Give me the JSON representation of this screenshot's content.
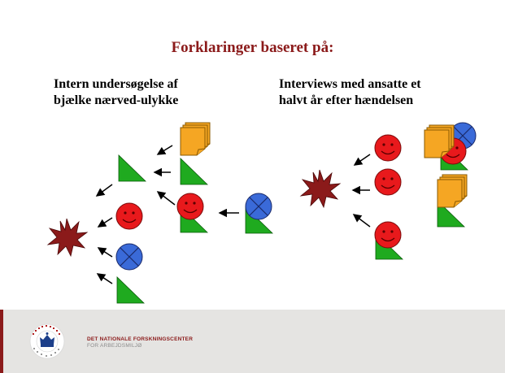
{
  "slide": {
    "title": "Forklaringer baseret på:",
    "left_heading_line1": "Intern undersøgelse af",
    "left_heading_line2": "bjælke nærved-ulykke",
    "right_heading_line1": "Interviews med ansatte et",
    "right_heading_line2": "halvt år efter hændelsen"
  },
  "footer": {
    "org_name": "DET NATIONALE FORSKNINGSCENTER",
    "org_sub": "FOR ARBEJDSMILJØ",
    "seal_text": "FORSKNINGSCENTER FOR ARBEJDSMILJØ"
  },
  "colors": {
    "title": "#8b1a1a",
    "document": "#f5a623",
    "triangle": "#1faa1f",
    "face": "#e8191c",
    "x_circle": "#3a6ad8",
    "explosion": "#8b1a1a"
  },
  "icons": [
    "document-stack-icon",
    "triangle-icon",
    "face-icon",
    "crossed-circle-icon",
    "explosion-icon",
    "arrow-icon"
  ]
}
